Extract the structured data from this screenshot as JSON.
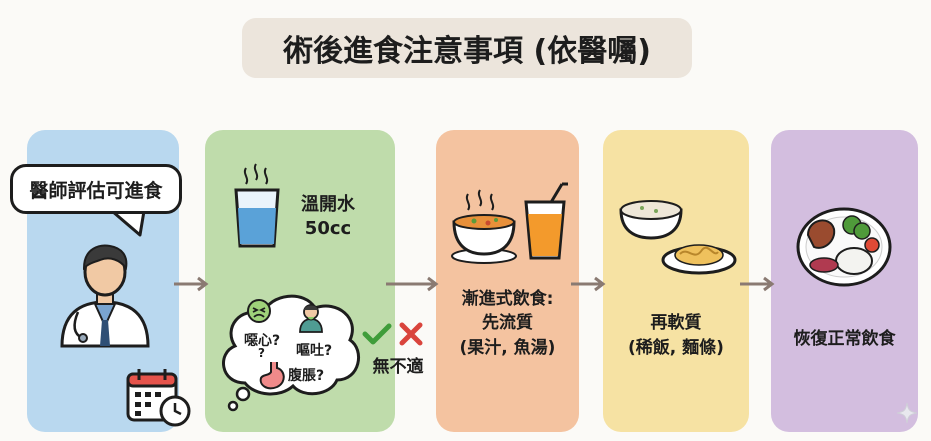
{
  "title": "術後進食注意事項 (依醫囑)",
  "step1": {
    "bubble": "醫師評估可進食"
  },
  "step2": {
    "water": "溫開水",
    "amount": "50cc",
    "symptom1": "噁心?",
    "symptom2": "嘔吐?",
    "symptom3": "腹脹?",
    "ok": "無不適"
  },
  "step3": {
    "line1": "漸進式飲食:",
    "line2": "先流質",
    "line3": "(果汁, 魚湯)"
  },
  "step4": {
    "line1": "再軟質",
    "line2": "(稀飯, 麵條)"
  },
  "step5": {
    "line1": "恢復正常飲食"
  },
  "colors": {
    "step1": "#b9d8ef",
    "step2": "#bfdcab",
    "step3": "#f4c3a0",
    "step4": "#f6e2a3",
    "step5": "#d3bedf",
    "arrow": "#8a7a72"
  }
}
